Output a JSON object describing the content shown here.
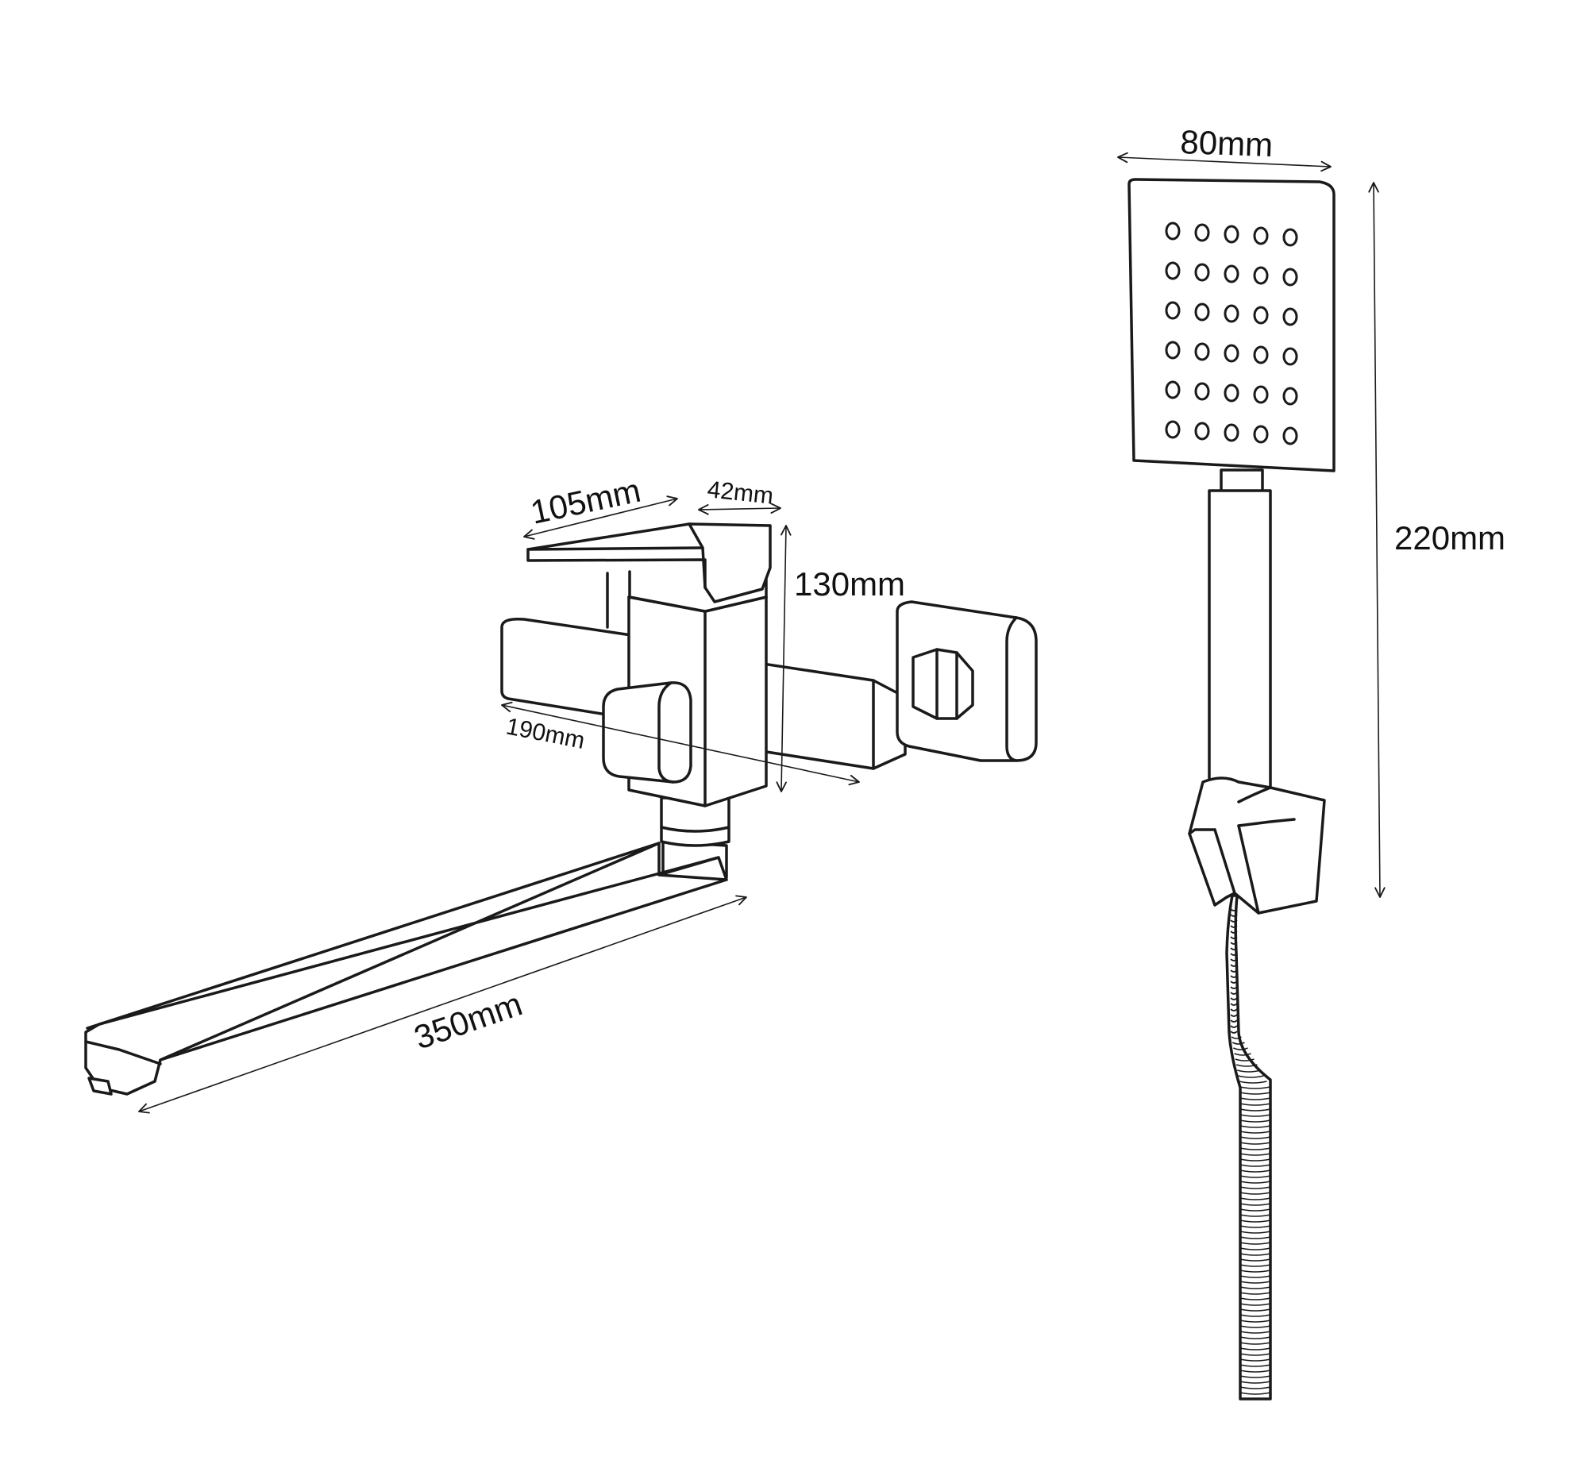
{
  "palette": {
    "line": "#1a1a1a",
    "background": "#ffffff",
    "text": "#111111"
  },
  "faucet": {
    "dim_lever_length": "105mm",
    "dim_lever_width": "42mm",
    "dim_height": "130mm",
    "dim_body_width": "190mm",
    "dim_spout_length": "350mm"
  },
  "hand_shower": {
    "dim_head_width": "80mm",
    "dim_total_length": "220mm",
    "nozzle_rows": 6,
    "nozzle_cols": 5
  }
}
